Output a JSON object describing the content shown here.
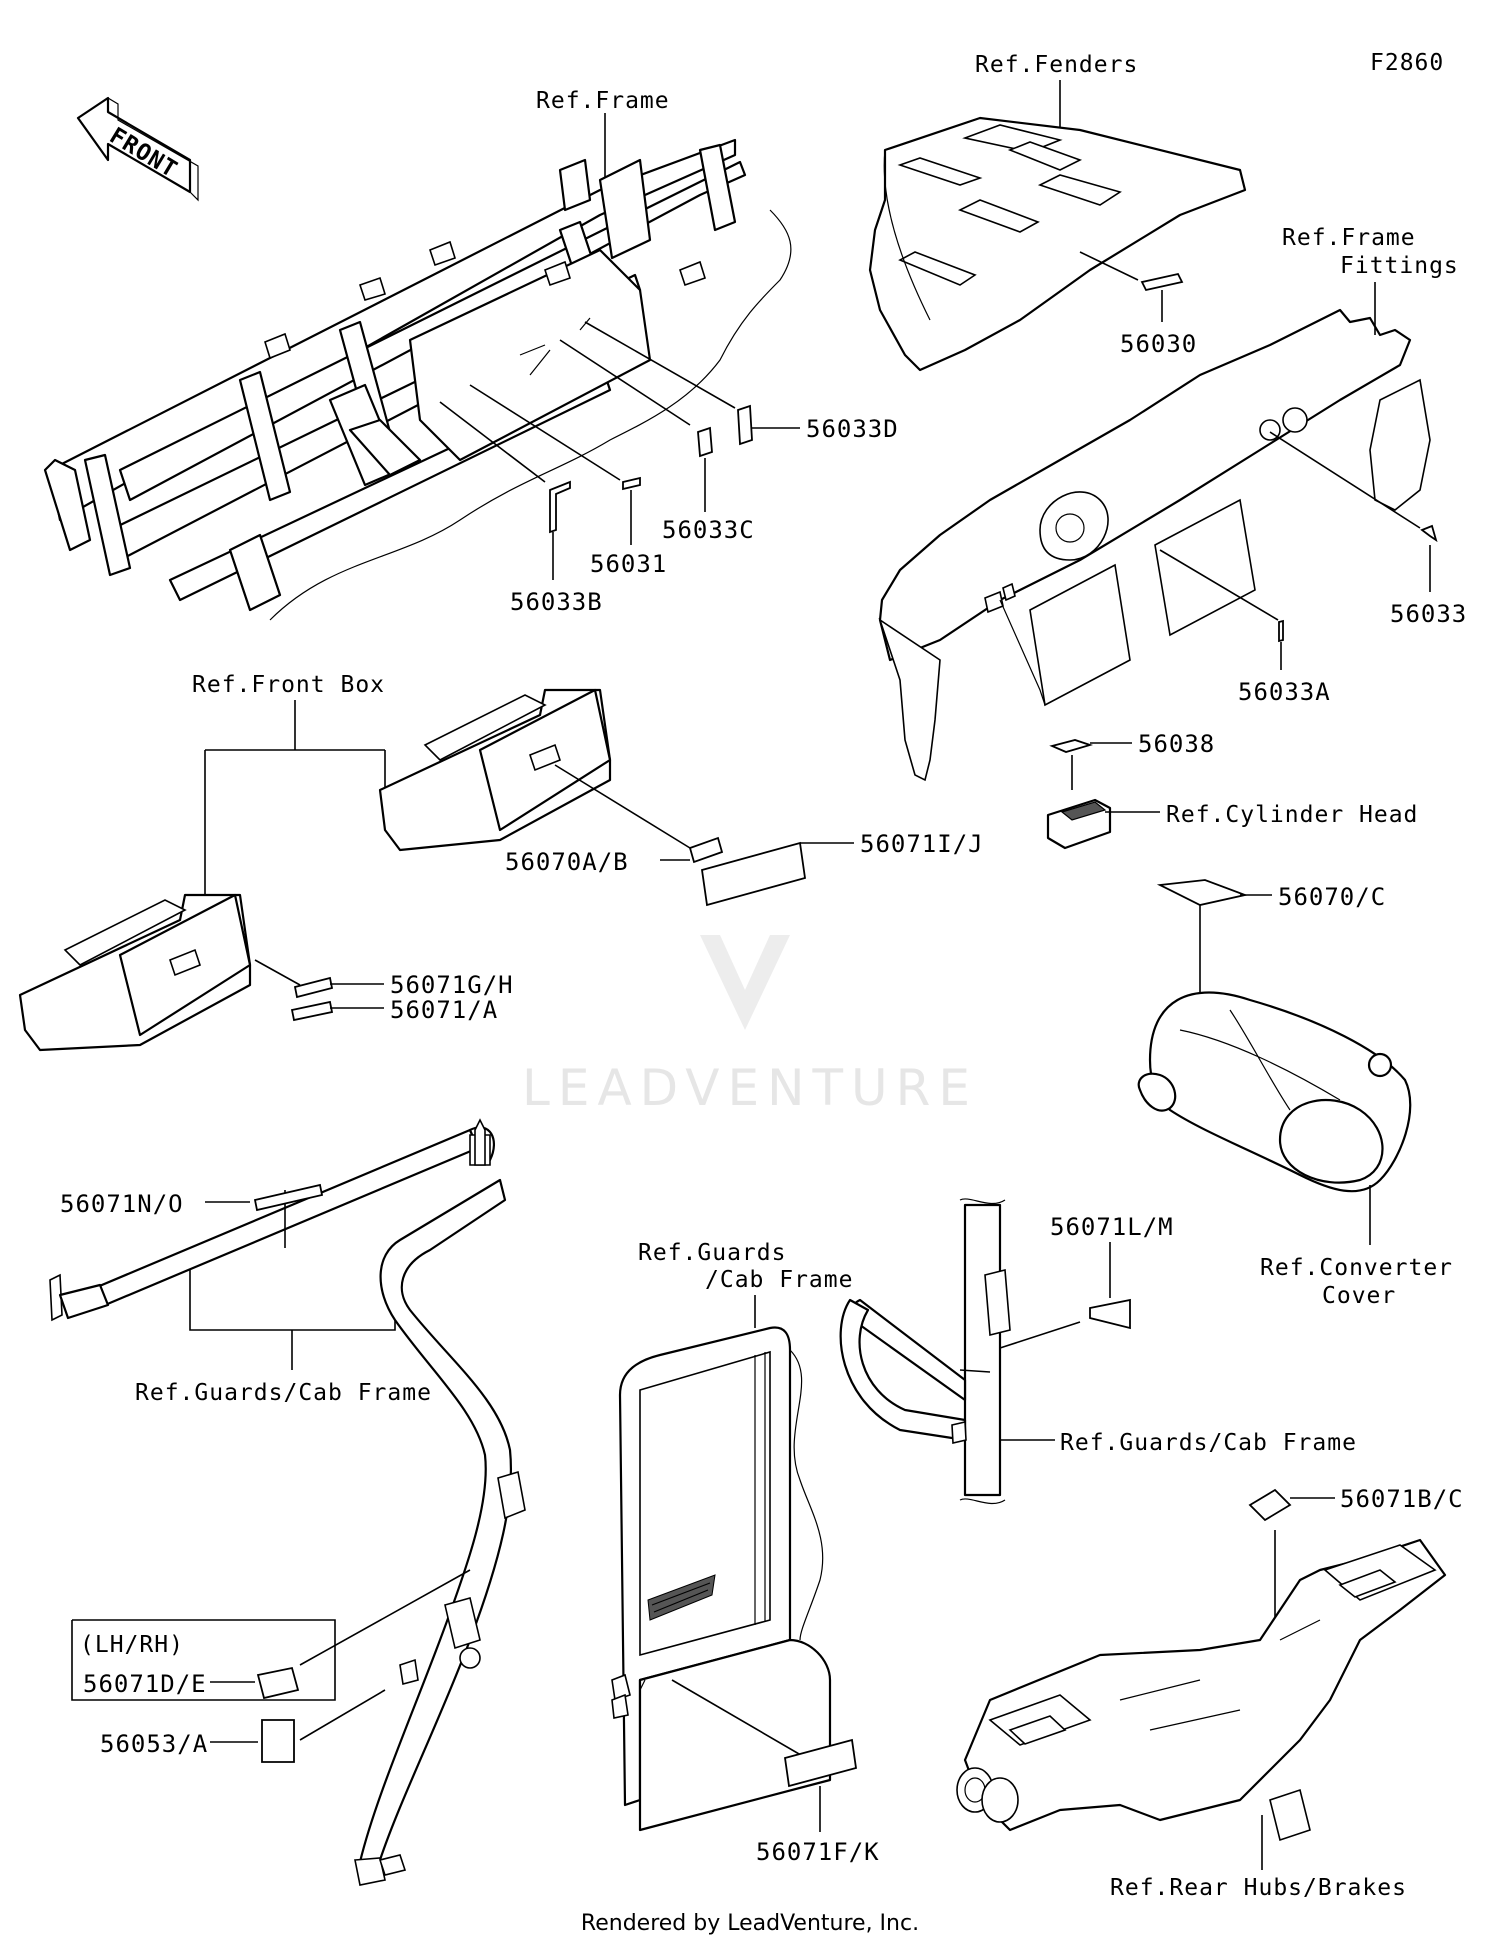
{
  "figure_code": "F2860",
  "front_arrow": "FRONT",
  "watermark": "LEADVENTURE",
  "footer": "Rendered by LeadVenture, Inc.",
  "refs": {
    "frame": "Ref.Frame",
    "fenders": "Ref.Fenders",
    "frame_fittings_1": "Ref.Frame",
    "frame_fittings_2": "Fittings",
    "front_box": "Ref.Front Box",
    "cylinder_head": "Ref.Cylinder Head",
    "converter_cover_1": "Ref.Converter",
    "converter_cover_2": "Cover",
    "guards_cab_left": "Ref.Guards/Cab Frame",
    "guards_cab_mid_1": "Ref.Guards",
    "guards_cab_mid_2": "/Cab Frame",
    "guards_cab_right": "Ref.Guards/Cab Frame",
    "rear_hubs": "Ref.Rear Hubs/Brakes",
    "lh_rh": "(LH/RH)"
  },
  "parts": {
    "p56030": "56030",
    "p56031": "56031",
    "p56033": "56033",
    "p56033A": "56033A",
    "p56033B": "56033B",
    "p56033C": "56033C",
    "p56033D": "56033D",
    "p56038": "56038",
    "p56070AB": "56070A/B",
    "p56070C": "56070/C",
    "p56071IJ": "56071I/J",
    "p56071GH": "56071G/H",
    "p56071A": "56071/A",
    "p56071NO": "56071N/O",
    "p56071LM": "56071L/M",
    "p56071DE": "56071D/E",
    "p56053A": "56053/A",
    "p56071FK": "56071F/K",
    "p56071BC": "56071B/C"
  }
}
